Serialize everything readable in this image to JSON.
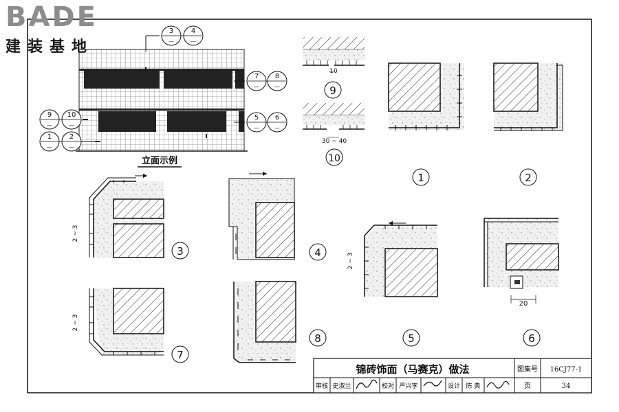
{
  "logo": {
    "word": "BADE",
    "sub": "建装基地"
  },
  "elevation_caption": "立面示例",
  "callouts_elevation": [
    "3",
    "4",
    "7",
    "8",
    "9",
    "10",
    "1",
    "2",
    "5",
    "6"
  ],
  "callout_dash": "—",
  "detail_labels": {
    "d1": "1",
    "d2": "2",
    "d3": "3",
    "d4": "4",
    "d5": "5",
    "d6": "6",
    "d7": "7",
    "d8": "8",
    "d9": "9",
    "d10": "10"
  },
  "dimensions": {
    "d9_gap": "10",
    "d10_gap": "30 ~ 40",
    "joint": "2 ~ 3",
    "d6_width": "20"
  },
  "title_block": {
    "title": "锦砖饰面（马赛克）做法",
    "atlas_label": "图集号",
    "atlas_no": "16CJ77-1",
    "page_label": "页",
    "page_no": "34",
    "review_label": "审核",
    "review_name": "史淑兰",
    "check_label": "校对",
    "check_name": "严兴李",
    "design_label": "设计",
    "design_name": "陈 典"
  }
}
